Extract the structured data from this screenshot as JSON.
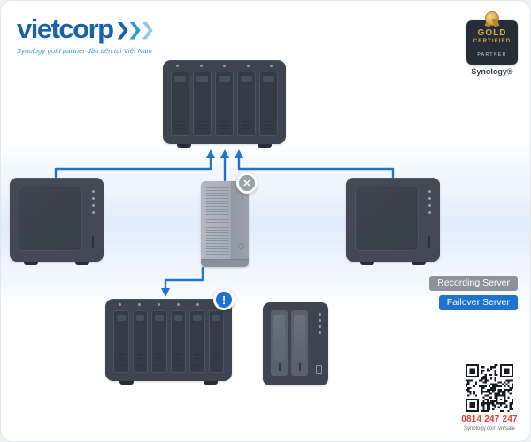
{
  "brand": {
    "name": "vietcorp",
    "tagline": "Synology gold partner đầu tiên tại Việt Nam"
  },
  "partner_badge": {
    "line1": "GOLD",
    "line2": "CERTIFIED",
    "line3": "PARTNER",
    "brand": "Synology®"
  },
  "legend": {
    "recording_label": "Recording Server",
    "failover_label": "Failover Server"
  },
  "status": {
    "offline_glyph": "✕",
    "alert_glyph": "!"
  },
  "contact": {
    "phone": "0814 247 247",
    "website": "Synology.com.vn/sale"
  },
  "colors": {
    "accent_blue": "#1e73d2",
    "pill_gray": "#8d939c",
    "phone_red": "#e23c32",
    "logo_blue": "#1763ab"
  }
}
